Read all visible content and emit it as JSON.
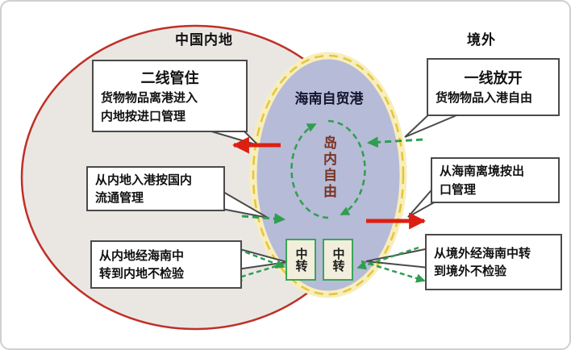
{
  "labels": {
    "mainland": "中国内地",
    "overseas": "境外",
    "port_title": "海南自贸港",
    "island_free": "岛内自由"
  },
  "callouts": {
    "second_line": {
      "title": "二线管住",
      "body": "货物物品离港进入\n内地按进口管理"
    },
    "inland_inflow": {
      "body": "从内地入港按国内\n流通管理"
    },
    "inland_transit": {
      "body": "从内地经海南中\n转到内地不检验"
    },
    "first_line": {
      "title": "一线放开",
      "body": "货物物品入港自由"
    },
    "hainan_exit": {
      "body": "从海南离境按出\n口管理"
    },
    "overseas_transit": {
      "body": "从境外经海南中转\n到境外不检验"
    }
  },
  "transit_boxes": {
    "left": "中转",
    "right": "中转"
  },
  "colors": {
    "mainland_fill": "#eae7e3",
    "mainland_border": "#bf3028",
    "port_fill": "#b6bbd7",
    "port_ring_yellow": "#e6c53c",
    "red_arrow": "#dd1f12",
    "green_arrow": "#2f9e4f",
    "transit_border": "#3aa65a",
    "island_free_text": "#7a3322",
    "callout_border": "#4a4a4a"
  }
}
